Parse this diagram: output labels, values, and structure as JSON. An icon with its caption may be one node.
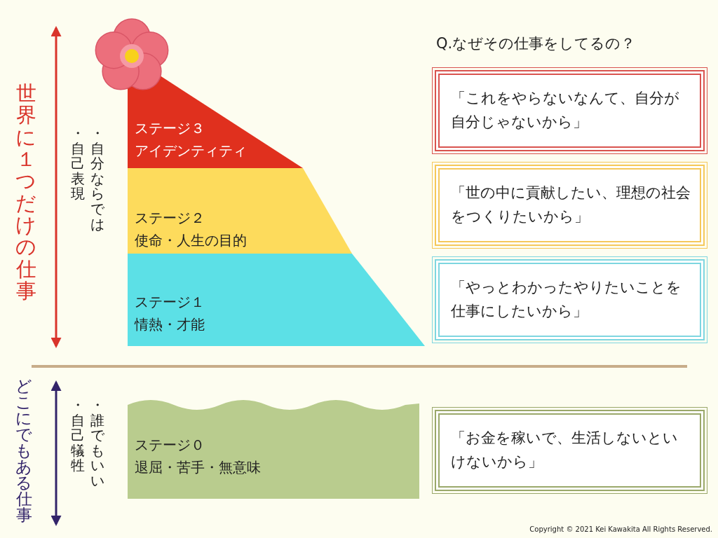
{
  "diagram": {
    "title": "Q.なぜその仕事をしてるの？",
    "nodes": [
      {
        "text": [
          "ステージ３",
          "アイデンティティ"
        ]
      },
      {
        "text": [
          "ステージ２",
          "使命・人生の目的"
        ]
      },
      {
        "text": [
          "ステージ１",
          "情熱・才能"
        ]
      },
      {
        "text": [
          "ステージ０",
          "退屈・苦手・無意味"
        ]
      },
      {
        "text": [
          "「これをやらないなんて、自分が自分じゃないから」"
        ]
      },
      {
        "text": [
          "「世の中に貢献したい、理想の社会をつくりたいから」"
        ]
      },
      {
        "text": [
          "「やっとわかったやりたいことを仕事にしたいから」"
        ]
      },
      {
        "text": [
          "「お金を稼いで、生活しないといけないから」"
        ]
      }
    ],
    "labels": [
      "世界に１つだけの仕事",
      "・自分ならでは",
      "・自己表現",
      "どこにでもある仕事",
      "・誰でもいい",
      "・自己犠牲",
      "Copyright © 2021 Kei Kawakita All Rights Reserved."
    ]
  }
}
